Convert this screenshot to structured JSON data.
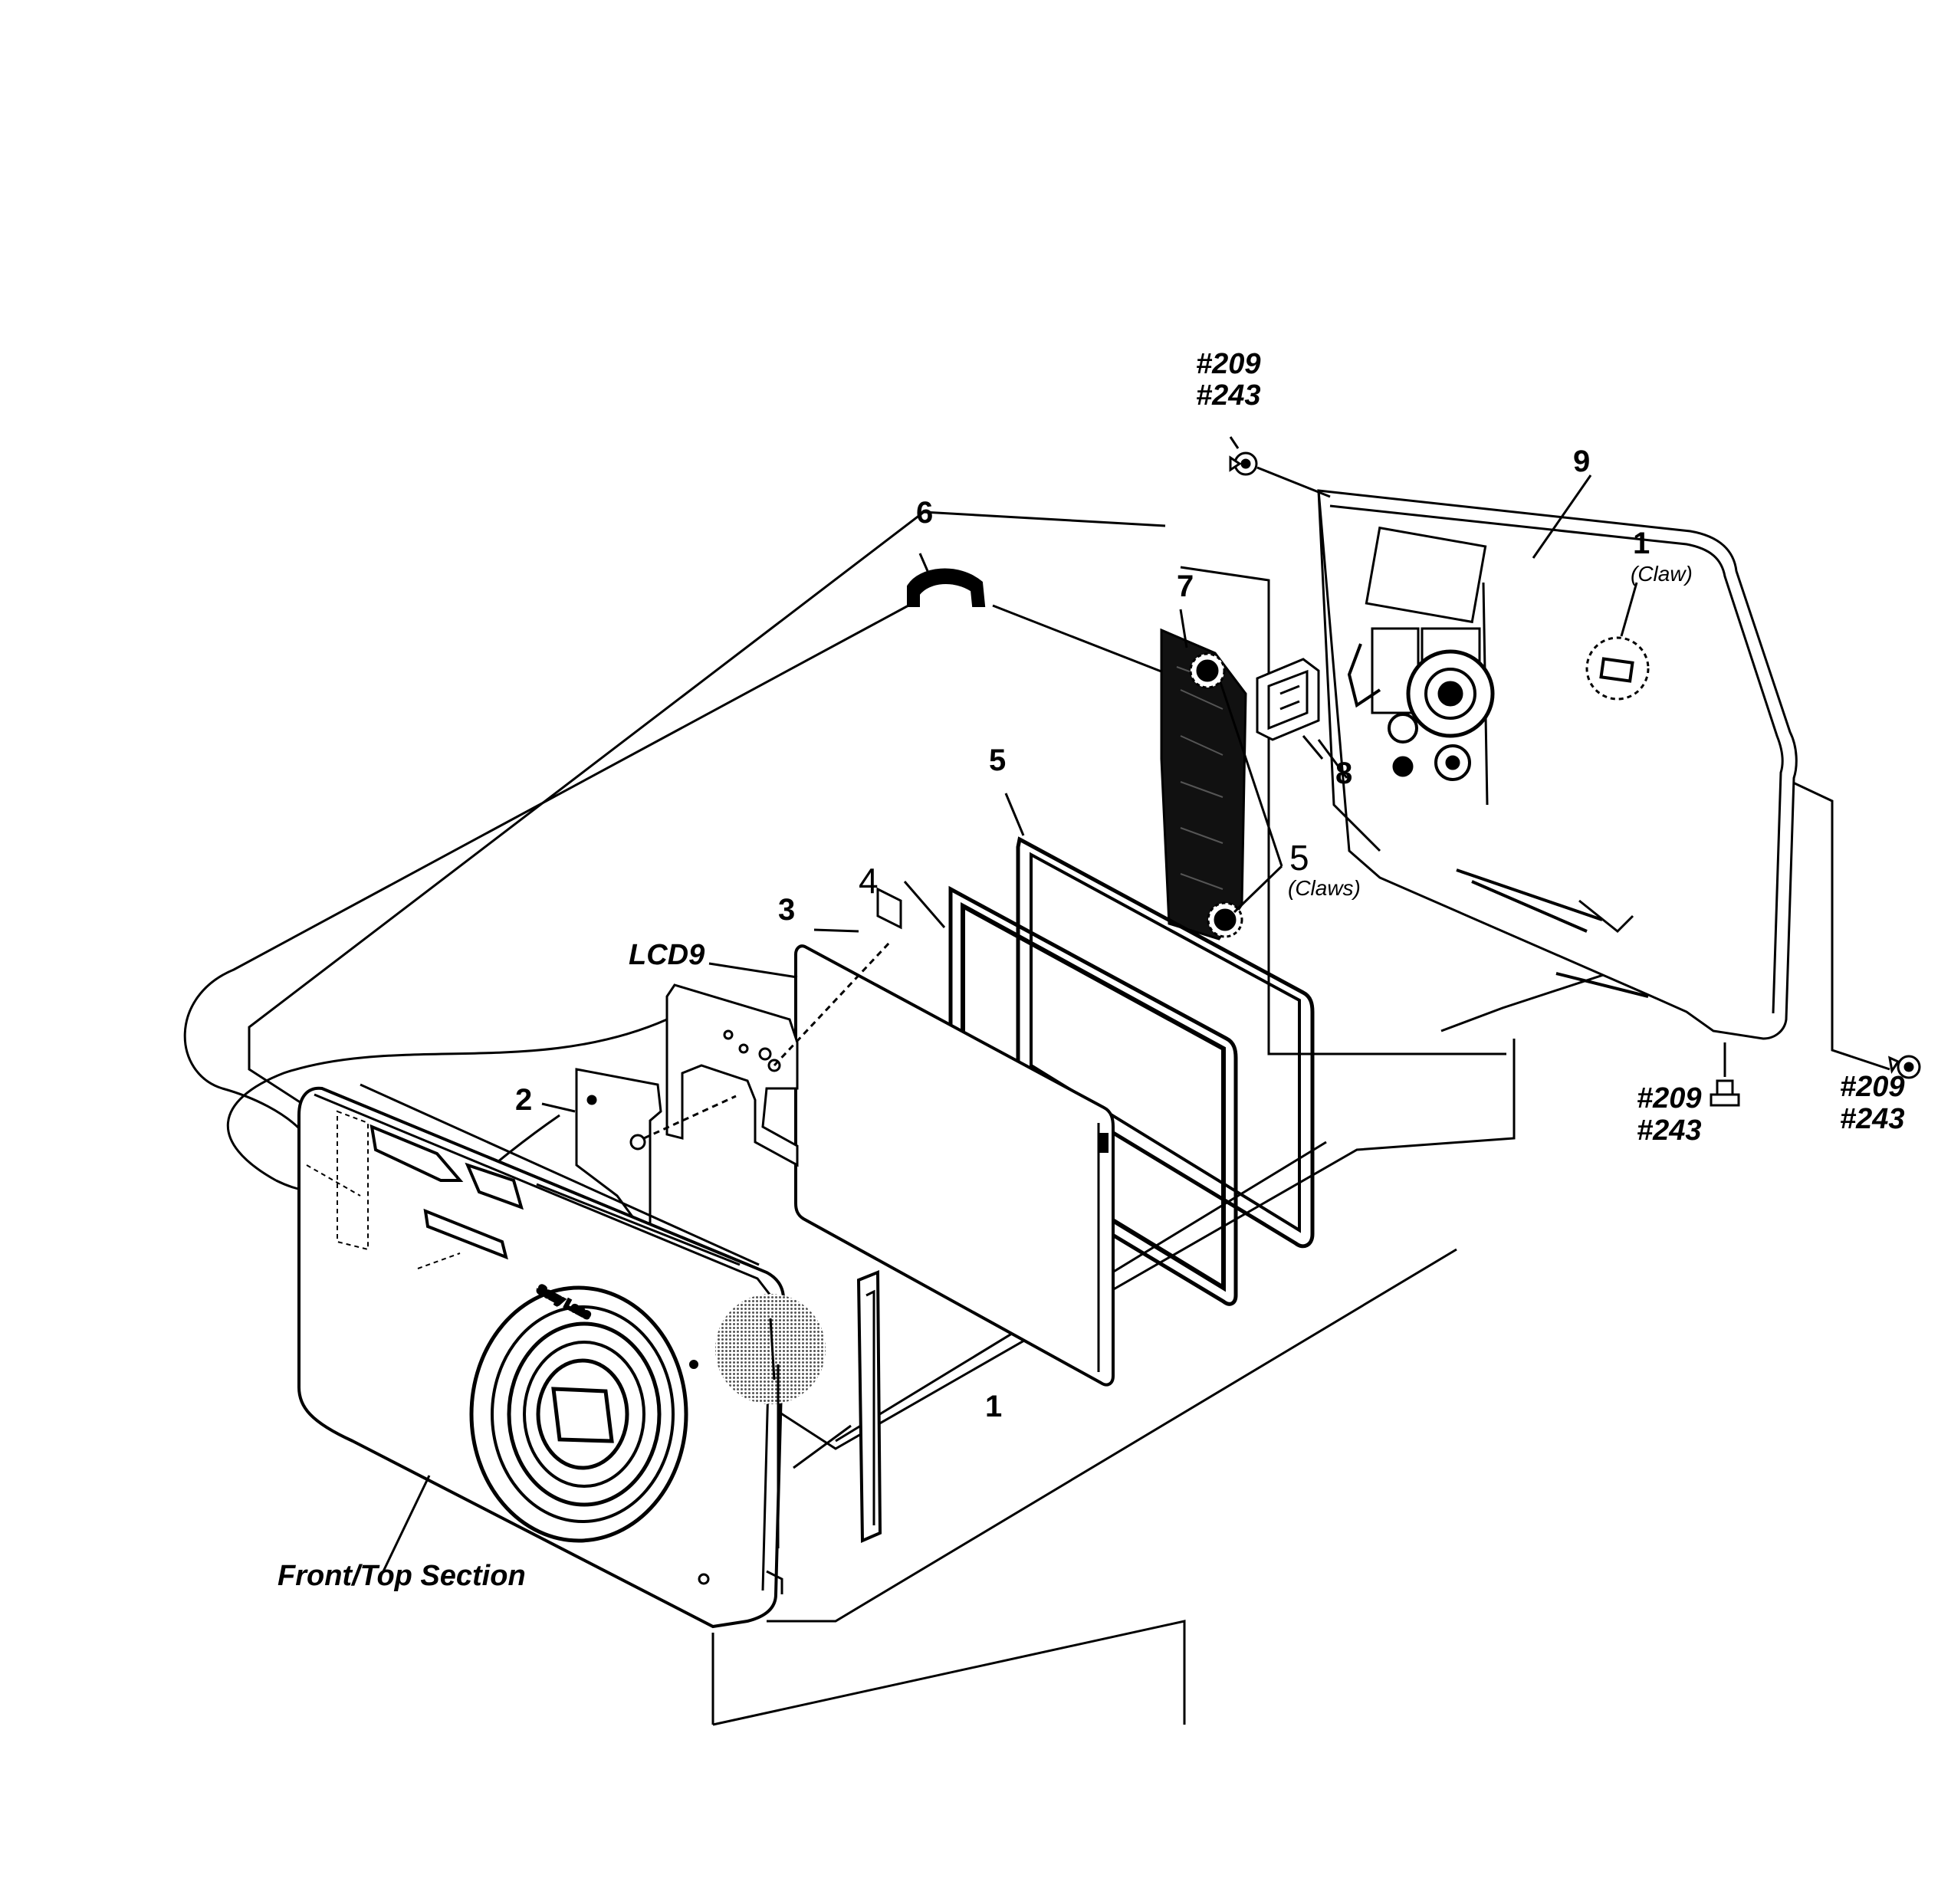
{
  "labels": {
    "screw_top_a": "#209",
    "screw_top_b": "#243",
    "screw_right_a": "#209",
    "screw_right_b": "#243",
    "screw_bottom_a": "#209",
    "screw_bottom_b": "#243",
    "part_9": "9",
    "part_1_claw": "1",
    "claw_note": "(Claw)",
    "part_6": "6",
    "part_7": "7",
    "part_8": "8",
    "part_5_top": "5",
    "part_5_claws": "5",
    "claws_note": "(Claws)",
    "part_4": "4",
    "part_3": "3",
    "lcd9": "LCD9",
    "part_2": "2",
    "part_1_main": "1",
    "front_top_section": "Front/Top Section"
  },
  "lens_markings": {
    "brand": "Sony Lens"
  },
  "colors": {
    "line": "#000000",
    "background": "#ffffff",
    "shade": "#9a9a9a"
  }
}
